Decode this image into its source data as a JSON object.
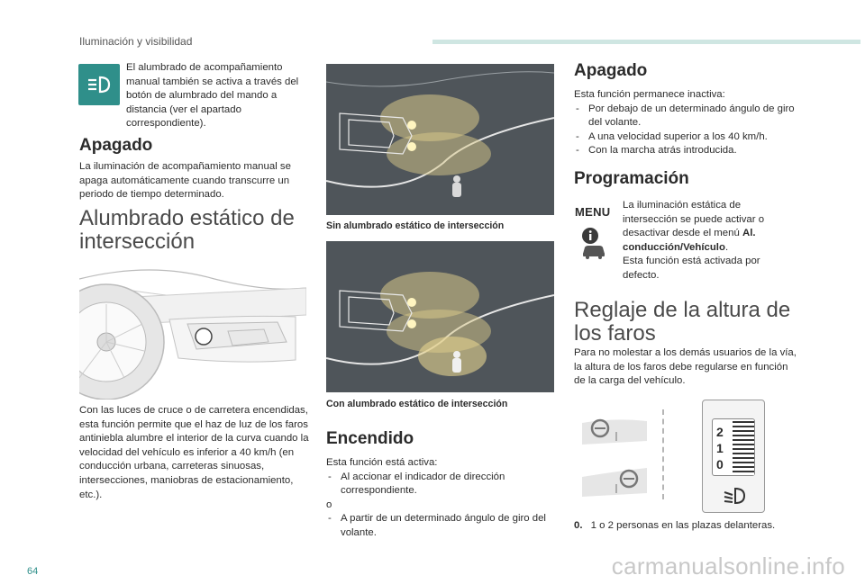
{
  "header": {
    "section_title": "Iluminación y visibilidad"
  },
  "left_col": {
    "intro_text": "El alumbrado de acompañamiento manual también se activa a través del botón de alumbrado del mando a distancia (ver el apartado correspondiente).",
    "apagado_heading": "Apagado",
    "apagado_text": "La iluminación de acompañamiento manual se apaga automáticamente cuando transcurre un periodo de tiempo determinado.",
    "static_heading": "Alumbrado estático de intersección",
    "static_text": "Con las luces de cruce o de carretera encendidas, esta función permite que el haz de luz de los faros antiniebla alumbre el interior de la curva cuando la velocidad del vehículo es inferior a 40 km/h (en conducción urbana, carreteras sinuosas, intersecciones, maniobras de estacionamiento, etc.)."
  },
  "mid_col": {
    "caption_1": "Sin alumbrado estático de intersección",
    "caption_2": "Con alumbrado estático de intersección",
    "encendido_heading": "Encendido",
    "encendido_intro": "Esta función está activa:",
    "encendido_item_1": "Al accionar el indicador de dirección correspondiente.",
    "encendido_or": "o",
    "encendido_item_2": "A partir de un determinado ángulo de giro del volante."
  },
  "right_col": {
    "apagado_heading": "Apagado",
    "apagado_intro": "Esta función permanece inactiva:",
    "apagado_items": [
      "Por debajo de un determinado ángulo de giro del volante.",
      "A una velocidad superior a los 40 km/h.",
      "Con la marcha atrás introducida."
    ],
    "prog_heading": "Programación",
    "menu_label": "MENU",
    "prog_text_a": "La iluminación estática de intersección se puede activar o desactivar desde el menú ",
    "prog_menu_name": "Al. conducción/Vehículo",
    "prog_text_b": ".",
    "prog_text_c": "Esta función está activada por defecto.",
    "reglaje_heading": "Reglaje de la altura de los faros",
    "reglaje_text": "Para no molestar a los demás usuarios de la vía, la altura de los faros debe regularse en función de la carga del vehículo.",
    "dial_labels": [
      "2",
      "1",
      "0"
    ],
    "legend_num": "0.",
    "legend_text": "1 o 2 personas en las plazas delanteras."
  },
  "footer": {
    "page_number": "64",
    "watermark": "carmanualsonline.info"
  },
  "colors": {
    "accent": "#2f8f8a",
    "header_bar": "#cfe6e2",
    "photo_bg": "#4a5055"
  },
  "icons": [
    "auto-light-icon",
    "info-car-icon",
    "steering-wheel-icon",
    "headlamp-icon"
  ]
}
